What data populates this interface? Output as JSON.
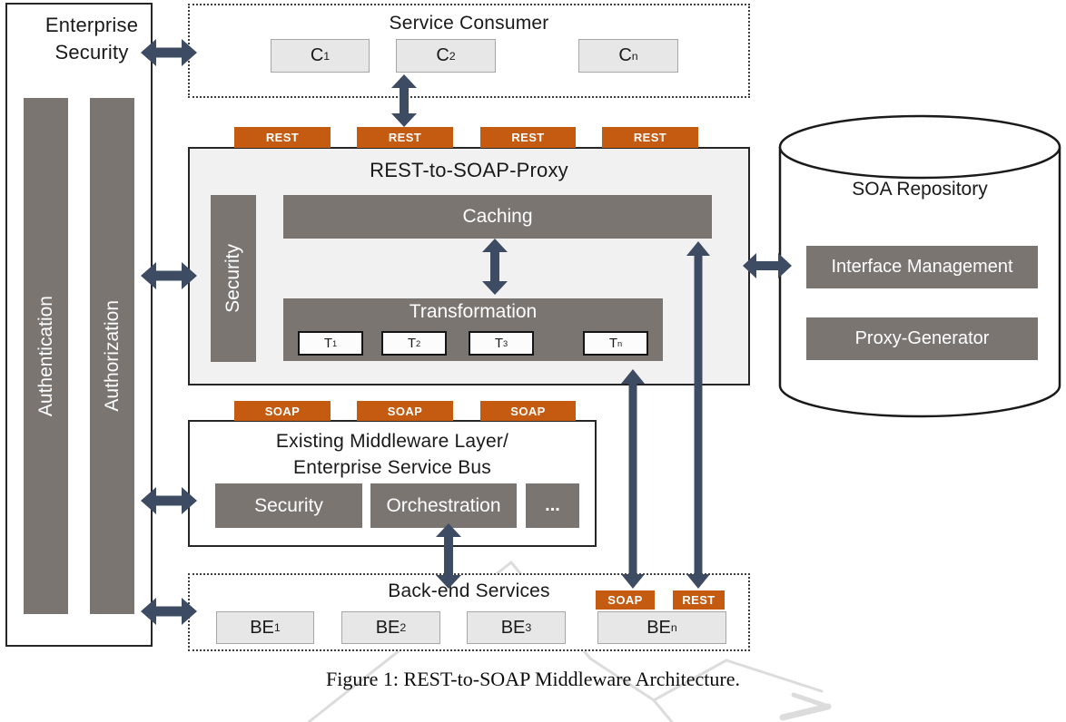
{
  "colors": {
    "bar_gray": "#7b7572",
    "tag_orange": "#c55a11",
    "arrow_navy": "#3e4c63",
    "chip_fill": "#e8e7e7",
    "proxy_fill": "#f2f1f1",
    "watermark_gray": "#dcdcdc"
  },
  "enterprise_security": {
    "title": "Enterprise Security",
    "bars": [
      {
        "label": "Authentication"
      },
      {
        "label": "Authorization"
      }
    ]
  },
  "service_consumer": {
    "title": "Service Consumer",
    "items": [
      {
        "base": "C",
        "sub": "1"
      },
      {
        "base": "C",
        "sub": "2"
      },
      {
        "base": "C",
        "sub": "n"
      }
    ]
  },
  "proxy": {
    "title": "REST-to-SOAP-Proxy",
    "rest_tags": [
      "REST",
      "REST",
      "REST",
      "REST"
    ],
    "security_label": "Security",
    "caching_label": "Caching",
    "transformation": {
      "title": "Transformation",
      "items": [
        {
          "base": "T",
          "sub": "1"
        },
        {
          "base": "T",
          "sub": "2"
        },
        {
          "base": "T",
          "sub": "3"
        },
        {
          "base": "T",
          "sub": "n"
        }
      ]
    }
  },
  "soa_repository": {
    "title": "SOA Repository",
    "modules": [
      {
        "label": "Interface Management"
      },
      {
        "label": "Proxy-Generator"
      }
    ]
  },
  "middleware": {
    "soap_tags": [
      "SOAP",
      "SOAP",
      "SOAP"
    ],
    "title_line1": "Existing Middleware Layer/",
    "title_line2": "Enterprise Service Bus",
    "modules": [
      {
        "label": "Security"
      },
      {
        "label": "Orchestration"
      },
      {
        "label": "..."
      }
    ]
  },
  "backend": {
    "title": "Back-end Services",
    "items": [
      {
        "base": "BE",
        "sub": "1"
      },
      {
        "base": "BE",
        "sub": "2"
      },
      {
        "base": "BE",
        "sub": "3"
      },
      {
        "base": "BE",
        "sub": "n"
      }
    ],
    "ben_tags": [
      {
        "label": "SOAP"
      },
      {
        "label": "REST"
      }
    ]
  },
  "caption": "Figure 1: REST-to-SOAP Middleware Architecture."
}
